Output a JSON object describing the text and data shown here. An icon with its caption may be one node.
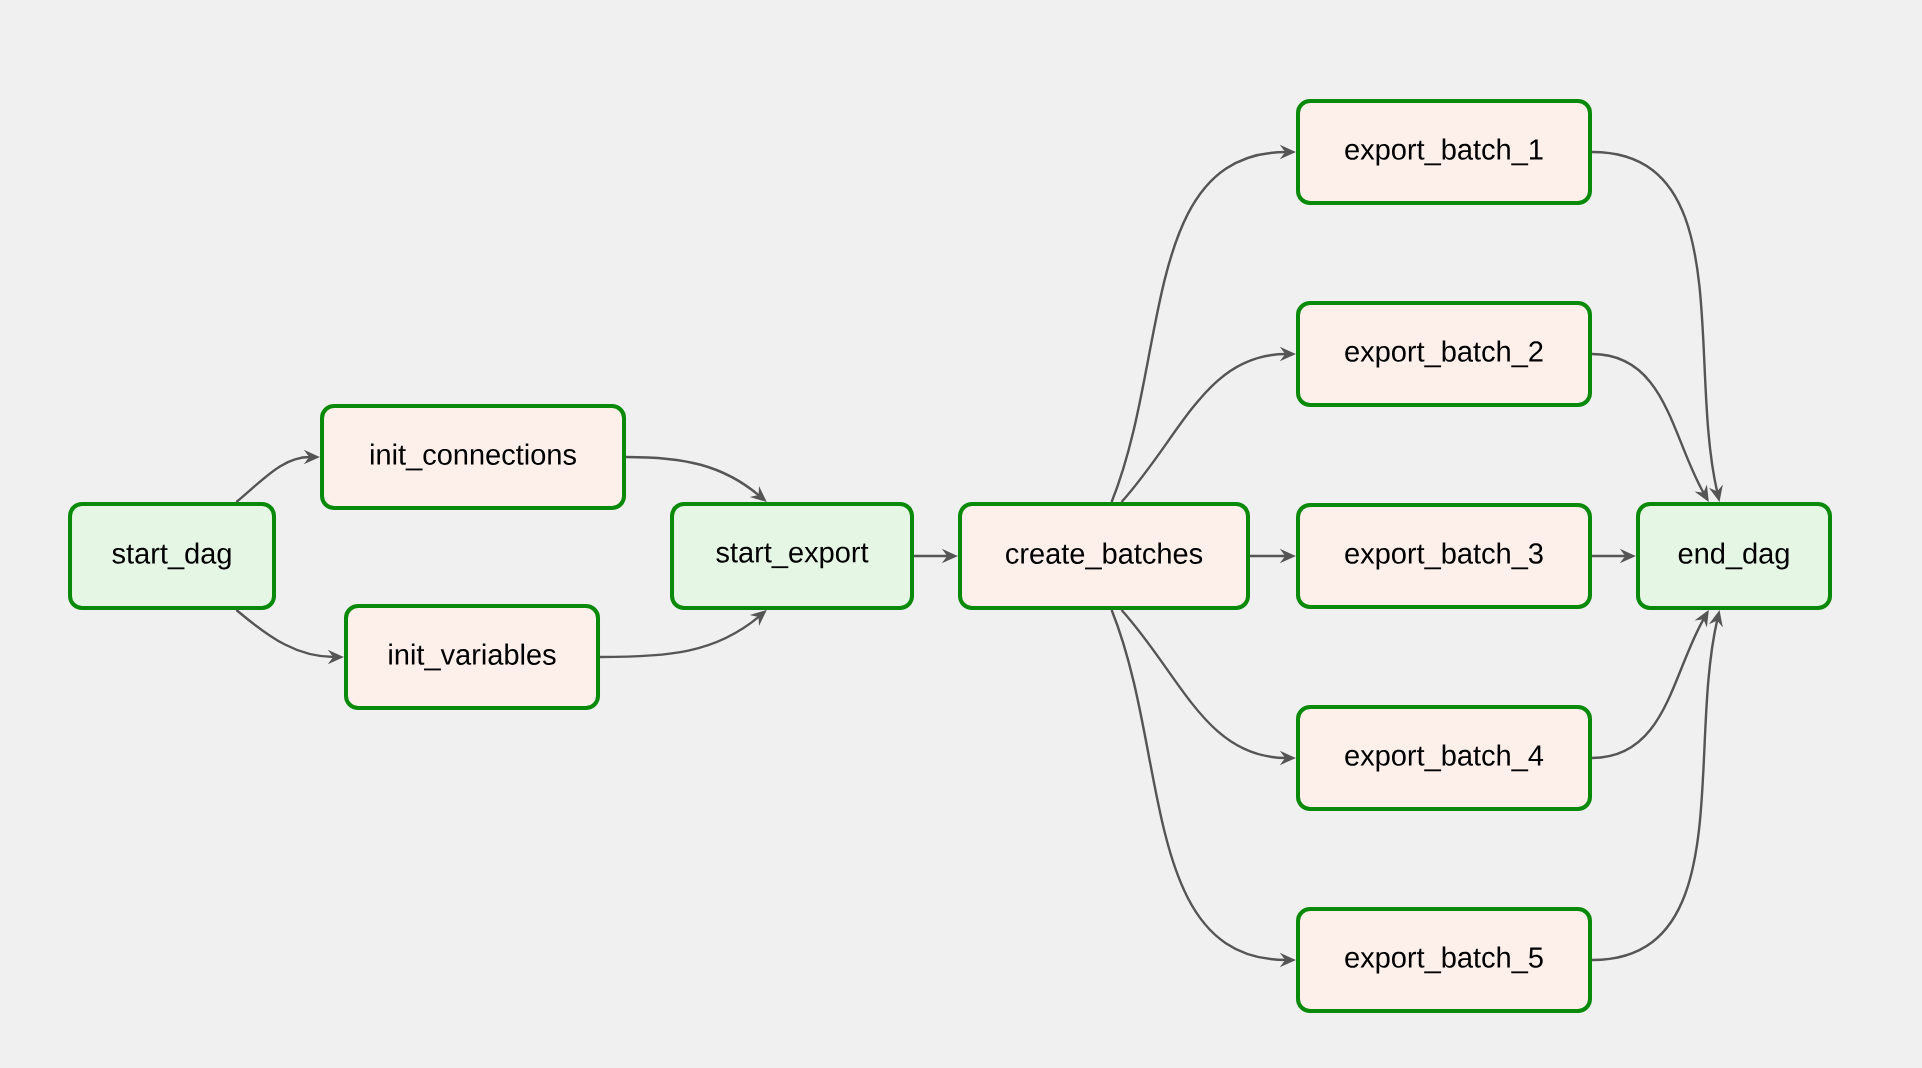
{
  "diagram": {
    "nodes": [
      {
        "text": [
          "start_dag"
        ]
      },
      {
        "text": [
          "init_connections"
        ]
      },
      {
        "text": [
          "init_variables"
        ]
      },
      {
        "text": [
          "start_export"
        ]
      },
      {
        "text": [
          "create_batches"
        ]
      },
      {
        "text": [
          "export_batch_1"
        ]
      },
      {
        "text": [
          "export_batch_2"
        ]
      },
      {
        "text": [
          "export_batch_3"
        ]
      },
      {
        "text": [
          "export_batch_4"
        ]
      },
      {
        "text": [
          "export_batch_5"
        ]
      },
      {
        "text": [
          "end_dag"
        ]
      }
    ],
    "edges": [
      {
        "from": 0,
        "to": 1,
        "arrow": "to"
      },
      {
        "from": 0,
        "to": 2,
        "arrow": "to"
      },
      {
        "from": 1,
        "to": 3,
        "arrow": "to"
      },
      {
        "from": 2,
        "to": 3,
        "arrow": "to"
      },
      {
        "from": 3,
        "to": 4,
        "arrow": "to"
      },
      {
        "from": 4,
        "to": 5,
        "arrow": "to"
      },
      {
        "from": 4,
        "to": 6,
        "arrow": "to"
      },
      {
        "from": 4,
        "to": 7,
        "arrow": "to"
      },
      {
        "from": 4,
        "to": 8,
        "arrow": "to"
      },
      {
        "from": 4,
        "to": 9,
        "arrow": "to"
      },
      {
        "from": 5,
        "to": 10,
        "arrow": "to"
      },
      {
        "from": 6,
        "to": 10,
        "arrow": "to"
      },
      {
        "from": 7,
        "to": 10,
        "arrow": "to"
      },
      {
        "from": 8,
        "to": 10,
        "arrow": "to"
      },
      {
        "from": 9,
        "to": 10,
        "arrow": "to"
      }
    ]
  }
}
